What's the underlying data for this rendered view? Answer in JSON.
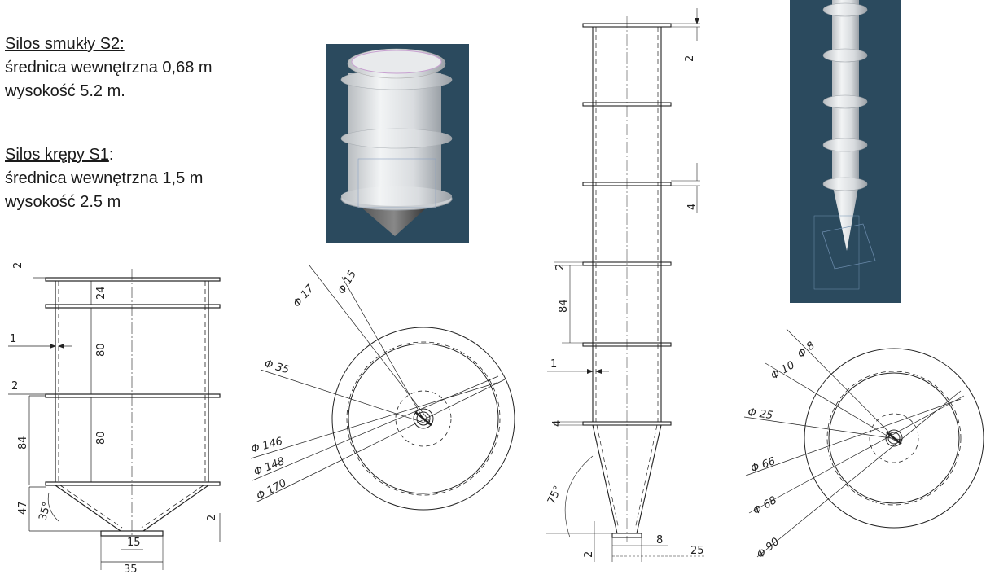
{
  "text": {
    "s2_title": "Silos smukły S2:",
    "s2_diameter": "średnica wewnętrzna 0,68 m",
    "s2_height": "wysokość 5.2 m.",
    "s1_title": "Silos krępy S1",
    "s1_title_suffix": ":",
    "s1_diameter": "średnica wewnętrzna 1,5 m",
    "s1_height": "wysokość 2.5 m"
  },
  "s1_side": {
    "dims": [
      "2",
      "24",
      "1",
      "80",
      "2",
      "84",
      "80",
      "47",
      "35°",
      "2",
      "15",
      "35"
    ]
  },
  "s1_top": {
    "dims": [
      "Φ 17",
      "Φ 15",
      "Φ 35",
      "Φ 146",
      "Φ 148",
      "Φ 170"
    ]
  },
  "s2_side": {
    "dims": [
      "2",
      "4",
      "2",
      "84",
      "1",
      "4",
      "75°",
      "8",
      "2",
      "25"
    ]
  },
  "s2_top": {
    "dims": [
      "Φ 8",
      "Φ 10",
      "Φ 25",
      "Φ 66",
      "Φ 68",
      "Φ 90"
    ]
  },
  "colors": {
    "render_bg": "#2b4a5e",
    "line": "#222222"
  }
}
